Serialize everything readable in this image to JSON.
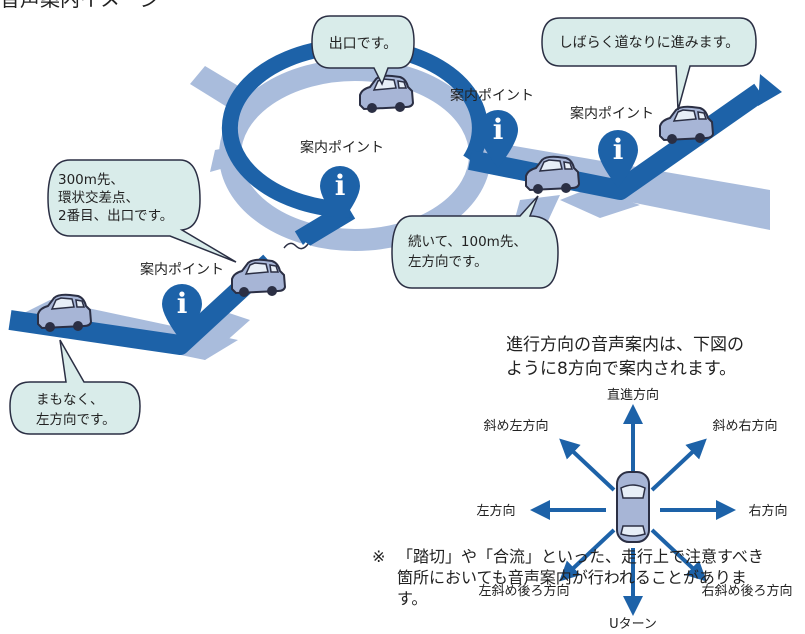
{
  "header": {
    "title": "音声案内イメージ"
  },
  "bubbles": {
    "exit": "出口です。",
    "straight": "しばらく道なりに進みます。",
    "roundabout": [
      "300m先、",
      "環状交差点、",
      "2番目、出口です。"
    ],
    "continue_left": [
      "続いて、100m先、",
      "左方向です。"
    ],
    "soon_left": [
      "まもなく、",
      "左方向です。"
    ]
  },
  "guide_points": {
    "label": "案内ポイント",
    "icon": "info-icon"
  },
  "directions": {
    "heading": [
      "進行方向の音声案内は、下図の",
      "ように8方向で案内されます。"
    ],
    "straight": "直進方向",
    "diag_left": "斜め左方向",
    "diag_right": "斜め右方向",
    "left": "左方向",
    "right": "右方向",
    "back_left": "左斜め後ろ方向",
    "back_right": "右斜め後ろ方向",
    "uturn": "Uターン"
  },
  "footnote": {
    "mark": "※",
    "text": "「踏切」や「合流」といった、走行上で注意すべき箇所においても音声案内が行われることがあります。"
  },
  "colors": {
    "road_light": "#a9bcdc",
    "route": "#1d62a8",
    "route_dark": "#164d87",
    "bubble_fill": "#d9ecea",
    "car": "#a7b5d6"
  }
}
